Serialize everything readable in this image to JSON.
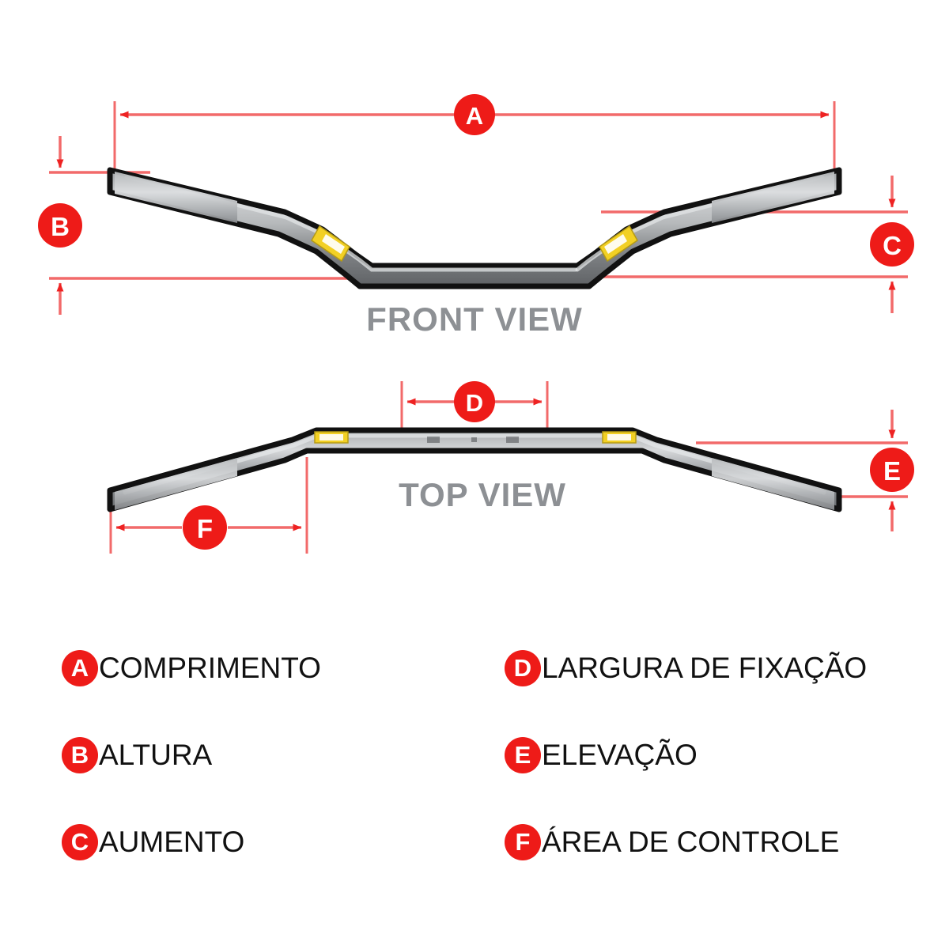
{
  "diagram": {
    "title_front": "FRONT VIEW",
    "title_top": "TOP VIEW",
    "colors": {
      "dimension_red": "#f26a6a",
      "badge_red": "#ee1b18",
      "view_label_gray": "#8d9094",
      "bar_outline": "#111111",
      "bar_fill_light": "#c9cbcd",
      "bar_fill_dark": "#6e7174",
      "decal_yellow": "#f2d024",
      "text_black": "#111111",
      "background": "#ffffff"
    },
    "dimension_markers": {
      "A": "A",
      "B": "B",
      "C": "C",
      "D": "D",
      "E": "E",
      "F": "F"
    }
  },
  "legend": {
    "items": [
      {
        "key": "A",
        "label": "COMPRIMENTO"
      },
      {
        "key": "B",
        "label": "ALTURA"
      },
      {
        "key": "C",
        "label": "AUMENTO"
      },
      {
        "key": "D",
        "label": "LARGURA DE FIXAÇÃO"
      },
      {
        "key": "E",
        "label": "ELEVAÇÃO"
      },
      {
        "key": "F",
        "label": "ÁREA DE CONTROLE"
      }
    ]
  }
}
